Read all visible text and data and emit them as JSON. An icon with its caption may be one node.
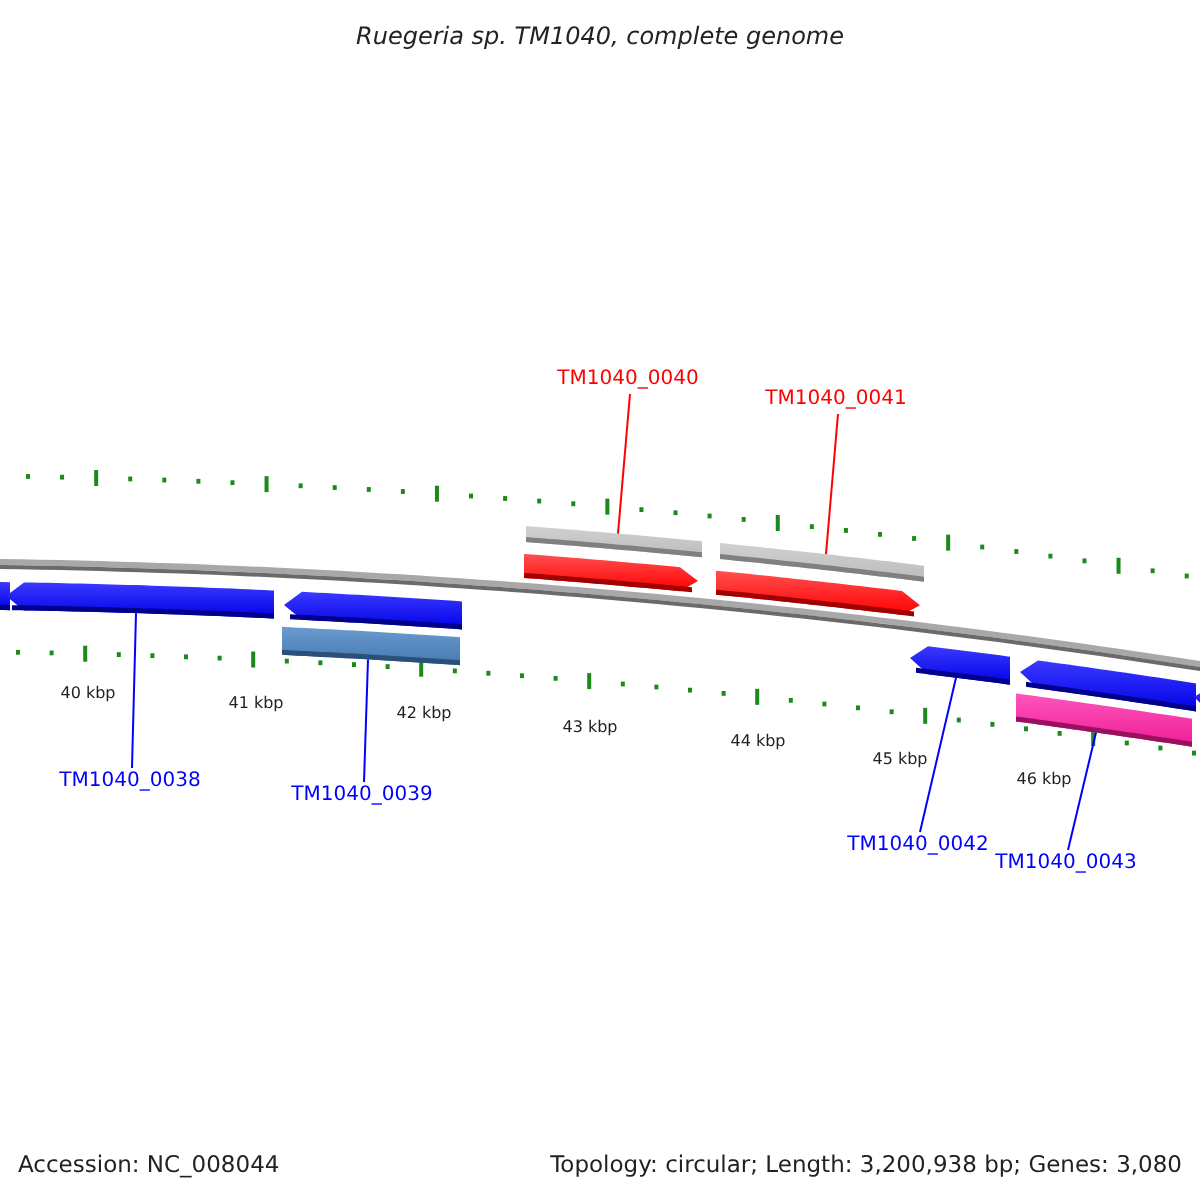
{
  "diagram": {
    "title": "Ruegeria sp. TM1040, complete genome",
    "nodes": [
      {
        "text": [],
        "shape": "arrow"
      },
      {
        "text": [],
        "shape": "arrow"
      },
      {
        "text": [],
        "shape": "arrow"
      },
      {
        "text": [],
        "shape": "bar"
      },
      {
        "text": [],
        "shape": "bar"
      },
      {
        "text": [],
        "shape": "arrow"
      },
      {
        "text": [],
        "shape": "bar"
      },
      {
        "text": [],
        "shape": "arrow"
      },
      {
        "text": [],
        "shape": "arrow"
      },
      {
        "text": [],
        "shape": "arrow"
      },
      {
        "text": [],
        "shape": "bar"
      },
      {
        "text": [],
        "shape": "arrow"
      },
      {
        "text": [
          "TM1040_0038"
        ]
      },
      {
        "text": [
          "TM1040_0039"
        ]
      },
      {
        "text": [
          "TM1040_0040"
        ]
      },
      {
        "text": [
          "TM1040_0041"
        ]
      },
      {
        "text": [
          "TM1040_0042"
        ]
      },
      {
        "text": [
          "TM1040_0043"
        ]
      }
    ],
    "edges": [
      {
        "from": 12,
        "to": 1,
        "arrow": "none"
      },
      {
        "from": 13,
        "to": 3,
        "arrow": "none"
      },
      {
        "from": 14,
        "to": 4,
        "arrow": "none",
        "color": "#ff0000"
      },
      {
        "from": 15,
        "to": 6,
        "arrow": "none",
        "color": "#ff0000"
      },
      {
        "from": 16,
        "to": 8,
        "arrow": "none"
      },
      {
        "from": 17,
        "to": 10,
        "arrow": "none"
      }
    ],
    "labels": [
      "40 kbp",
      "41 kbp",
      "42 kbp",
      "43 kbp",
      "44 kbp",
      "45 kbp",
      "46 kbp",
      "Accession: NC_008044",
      "Topology: circular; Length: 3,200,938 bp; Genes: 3,080"
    ]
  }
}
